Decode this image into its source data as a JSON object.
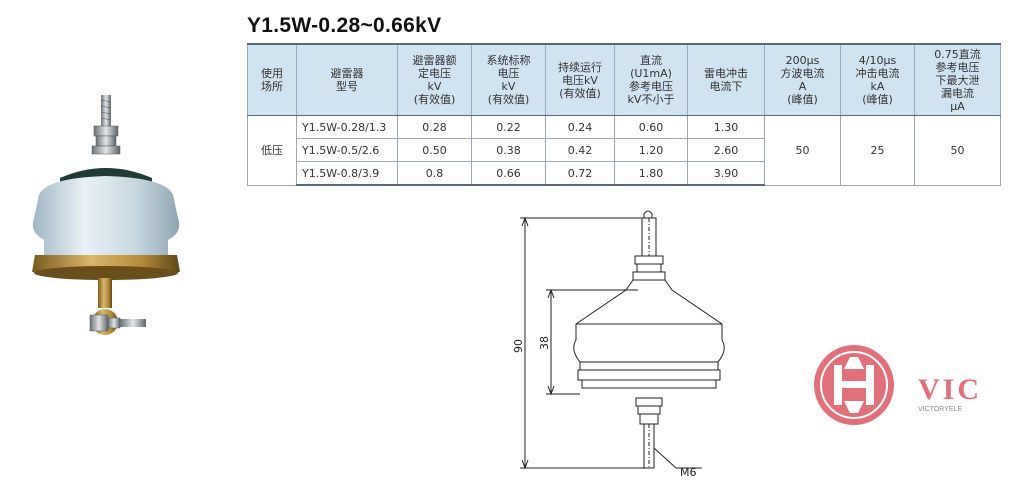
{
  "title": "Y1.5W-0.28~0.66kV",
  "table": {
    "headers": [
      "使用\n场所",
      "避雷器\n型号",
      "避雷器额\n定电压\nkV\n(有效值)",
      "系统标称\n电压\nkV\n(有效值)",
      "持续运行\n电压kV\n(有效值)",
      "直流\n(U1mA)\n参考电压\nkV不小于",
      "雷电冲击\n电流下",
      "200μs\n方波电流\nA\n(峰值)",
      "4/10μs\n冲击电流\nkA\n(峰值)",
      "0.75直流\n参考电压\n下最大泄\n漏电流\nμA"
    ],
    "location": "低压",
    "rows": [
      {
        "model": "Y1.5W-0.28/1.3",
        "rated": "0.28",
        "nominal": "0.22",
        "continuous": "0.24",
        "dc_ref": "0.60",
        "lightning": "1.30"
      },
      {
        "model": "Y1.5W-0.5/2.6",
        "rated": "0.50",
        "nominal": "0.38",
        "continuous": "0.42",
        "dc_ref": "1.20",
        "lightning": "2.60"
      },
      {
        "model": "Y1.5W-0.8/3.9",
        "rated": "0.8",
        "nominal": "0.66",
        "continuous": "0.72",
        "dc_ref": "1.80",
        "lightning": "3.90"
      }
    ],
    "square_wave": "50",
    "impulse": "25",
    "leakage": "50"
  },
  "drawing": {
    "dim_total": "90",
    "dim_body": "38",
    "thread_label": "M6"
  },
  "logo": {
    "brand": "VIC",
    "sub": "VICTORYELE",
    "colors": {
      "logo_red": "#e0707a",
      "header_blue": "#cfe3f0"
    }
  }
}
